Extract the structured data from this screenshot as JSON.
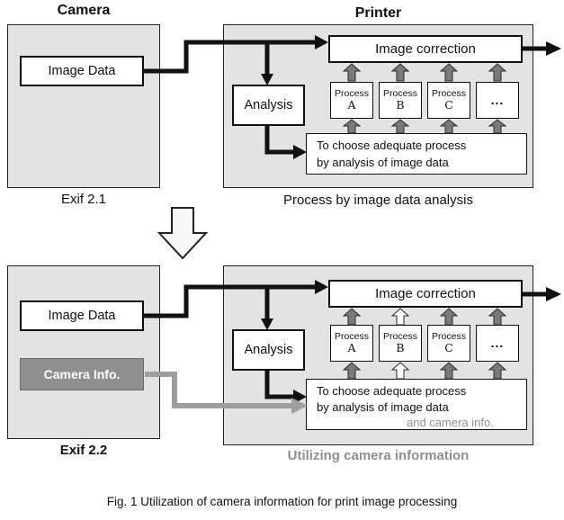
{
  "figure_caption": "Fig. 1 Utilization of camera information for print image processing",
  "top_diagram": {
    "camera_title": "Camera",
    "printer_title": "Printer",
    "image_data_label": "Image Data",
    "camera_caption": "Exif 2.1",
    "image_correction_label": "Image correction",
    "analysis_label": "Analysis",
    "processes": [
      {
        "line1": "Process",
        "line2": "A"
      },
      {
        "line1": "Process",
        "line2": "B"
      },
      {
        "line1": "Process",
        "line2": "C"
      }
    ],
    "ellipsis_label": "...",
    "choose_line1": "To choose adequate process",
    "choose_line2": "by analysis of image data",
    "printer_caption": "Process by image data analysis"
  },
  "bottom_diagram": {
    "image_data_label": "Image Data",
    "camera_info_label": "Camera Info.",
    "camera_caption": "Exif 2.2",
    "image_correction_label": "Image correction",
    "analysis_label": "Analysis",
    "processes": [
      {
        "line1": "Process",
        "line2": "A"
      },
      {
        "line1": "Process",
        "line2": "B"
      },
      {
        "line1": "Process",
        "line2": "C"
      }
    ],
    "ellipsis_label": "...",
    "choose_line1": "To choose adequate process",
    "choose_line2": "by analysis of image data",
    "choose_line3": "and camera info.",
    "printer_caption": "Utilizing camera information"
  },
  "colors": {
    "panel_fill": "#e3e3e3",
    "camera_info_fill": "#8f8f8f",
    "block_arrow_gray": "#7a7a7a",
    "gray_connector": "#9e9e9e",
    "muted_text": "#8f8f8f"
  }
}
